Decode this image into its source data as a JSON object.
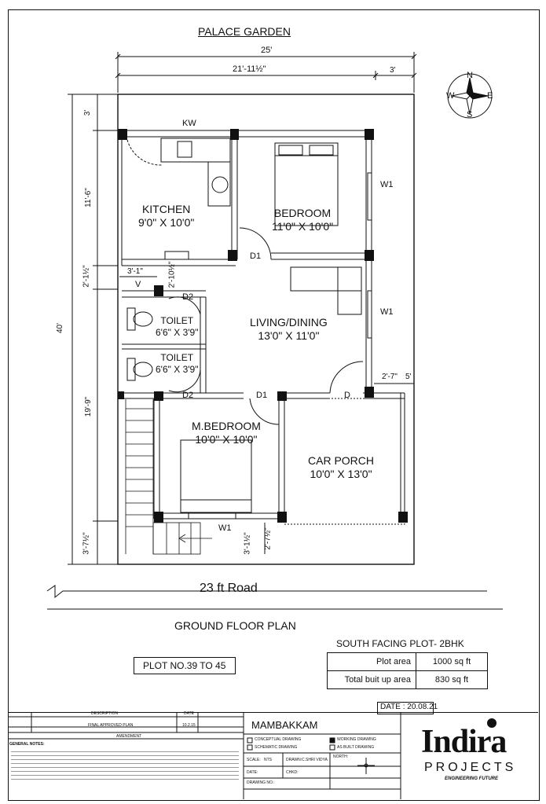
{
  "title": "PALACE GARDEN",
  "dimensions": {
    "overall_width": "25'",
    "left_width": "21'-11½\"",
    "right_width": "3'",
    "overall_depth": "40'",
    "left_3": "3'",
    "left_11_6": "11'-6\"",
    "left_2_1": "2'-1½\"",
    "left_19_9": "19'-9\"",
    "left_3_7": "3'-7½\"",
    "v_3_1": "3'-1\"",
    "v_2_10": "2'-10½\"",
    "v_2_7a": "2'-7½\"",
    "v_3_1b": "3'-1½\"",
    "r_2_7": "2'-7\"",
    "r_5": "5'"
  },
  "compass": {
    "n": "N",
    "s": "S",
    "e": "E",
    "w": "W"
  },
  "rooms": {
    "kitchen": {
      "name": "KITCHEN",
      "size": "9'0\" X 10'0\""
    },
    "bedroom": {
      "name": "BEDROOM",
      "size": "11'0\" X 10'0\""
    },
    "living": {
      "name": "LIVING/DINING",
      "size": "13'0\" X 11'0\""
    },
    "toilet1": {
      "name": "TOILET",
      "size": "6'6\" X 3'9\""
    },
    "toilet2": {
      "name": "TOILET",
      "size": "6'6\" X 3'9\""
    },
    "mbedroom": {
      "name": "M.BEDROOM",
      "size": "10'0\" X 10'0\""
    },
    "carporch": {
      "name": "CAR PORCH",
      "size": "10'0\" X 13'0\""
    }
  },
  "labels": {
    "kw": "KW",
    "w1a": "W1",
    "w1b": "W1",
    "w1c": "W1",
    "d1a": "D1",
    "d1b": "D1",
    "d2a": "D2",
    "d2b": "D2",
    "d": "D",
    "v": "V"
  },
  "road": "23 ft Road",
  "plan_title": "GROUND FLOOR PLAN",
  "area_table": {
    "heading": "SOUTH FACING PLOT- 2BHK",
    "rows": [
      {
        "label": "Plot area",
        "value": "1000 sq ft"
      },
      {
        "label": "Total buit up area",
        "value": "830 sq ft"
      }
    ]
  },
  "plot_no": "PLOT NO.39 TO 45",
  "date": "DATE : 20.08.21",
  "title_block": {
    "description_hdr": "DESCRIPTION",
    "date_hdr": "DATE",
    "row1_desc": "FINAL APPROVED PLAN",
    "row1_date": "10.2.15",
    "amendment": "AMENDMENT",
    "general_notes": "GENERAL NOTES:",
    "location": "MAMBAKKAM",
    "conceptual": "CONCEPTUAL DRAWING",
    "schematic": "SCHEMATIC DRAWING",
    "working": "WORKING DRAWING",
    "as_built": "AS BUILT DRAWING",
    "scale_lbl": "SCALE:",
    "scale_val": "NTS",
    "drawn_lbl": "DRAWN:",
    "drawn_val": "C.SHRI VIDYA",
    "north_lbl": "NORTH:",
    "date_lbl": "DATE:",
    "chkd_lbl": "CHKD:",
    "drawing_no_lbl": "DRAWING NO.:"
  },
  "brand": {
    "name": "Indira",
    "sub": "PROJECTS",
    "tag": "ENGINEERING FUTURE"
  }
}
